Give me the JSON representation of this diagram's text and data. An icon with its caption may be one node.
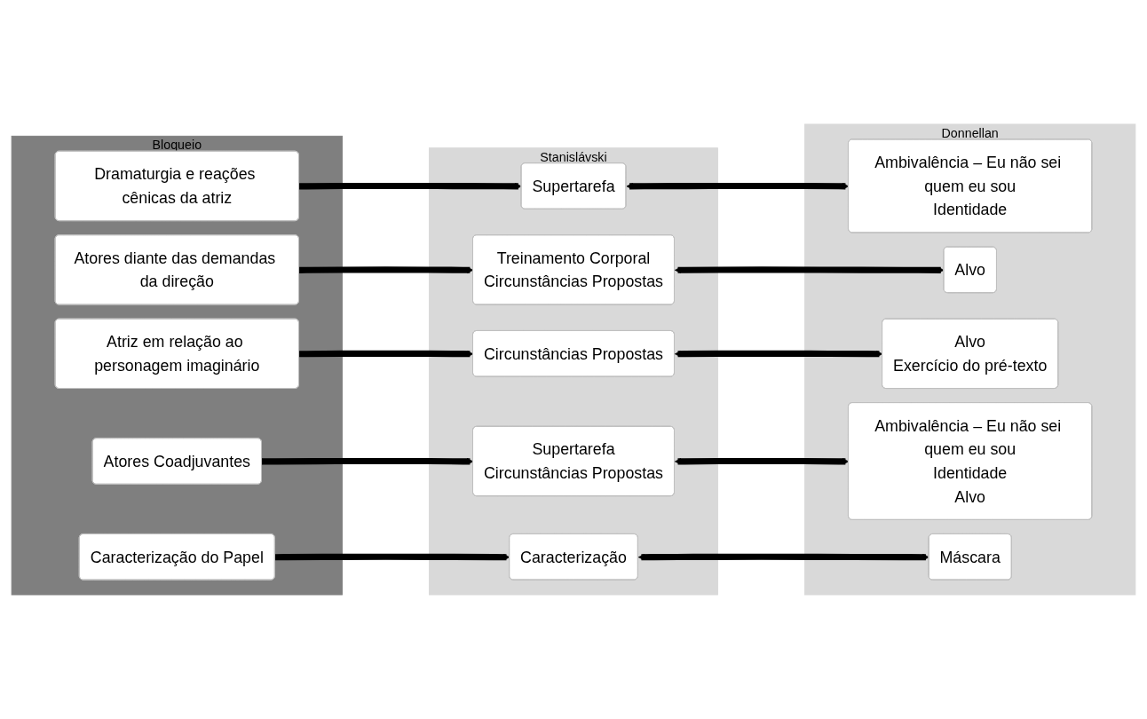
{
  "diagram": {
    "nodes": [
      {
        "text": [
          "Bloqueio"
        ]
      },
      {
        "text": [
          "Dramaturgia e reações cênicas da atriz"
        ],
        "in": 0
      },
      {
        "text": [
          "Atores diante das demandas da direção"
        ],
        "in": 0
      },
      {
        "text": [
          "Atriz em relação ao personagem imaginário"
        ],
        "in": 0
      },
      {
        "text": [
          "Atores Coadjuvantes"
        ],
        "in": 0
      },
      {
        "text": [
          "Caracterização do Papel"
        ],
        "in": 0
      },
      {
        "text": [
          "Stanislávski"
        ]
      },
      {
        "text": [
          "Supertarefa"
        ],
        "in": 6
      },
      {
        "text": [
          "Treinamento Corporal",
          "Circunstâncias Propostas"
        ],
        "in": 6
      },
      {
        "text": [
          "Circunstâncias Propostas"
        ],
        "in": 6
      },
      {
        "text": [
          "Supertarefa",
          "Circunstâncias Propostas"
        ],
        "in": 6
      },
      {
        "text": [
          "Caracterização"
        ],
        "in": 6
      },
      {
        "text": [
          "Donnellan"
        ]
      },
      {
        "text": [
          "Ambivalência – Eu não sei quem eu sou",
          "Identidade"
        ],
        "in": 12
      },
      {
        "text": [
          "Alvo"
        ],
        "in": 12
      },
      {
        "text": [
          "Alvo",
          "Exercício do pré-texto"
        ],
        "in": 12
      },
      {
        "text": [
          "Ambivalência – Eu não sei quem eu sou",
          "Identidade",
          "Alvo"
        ],
        "in": 12
      },
      {
        "text": [
          "Máscara"
        ],
        "in": 12
      }
    ],
    "edges": [
      {
        "from": 1,
        "to": 7,
        "arrow": "to"
      },
      {
        "from": 2,
        "to": 8,
        "arrow": "to"
      },
      {
        "from": 3,
        "to": 9,
        "arrow": "to"
      },
      {
        "from": 4,
        "to": 10,
        "arrow": "to"
      },
      {
        "from": 5,
        "to": 11,
        "arrow": "to"
      },
      {
        "from": 7,
        "to": 13,
        "arrow": "both"
      },
      {
        "from": 8,
        "to": 14,
        "arrow": "both"
      },
      {
        "from": 9,
        "to": 15,
        "arrow": "both"
      },
      {
        "from": 10,
        "to": 16,
        "arrow": "both"
      },
      {
        "from": 11,
        "to": 17,
        "arrow": "both"
      }
    ]
  }
}
